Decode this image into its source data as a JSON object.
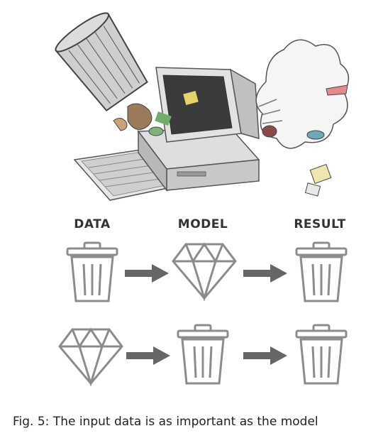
{
  "columns": {
    "data_label": "DATA",
    "model_label": "MODEL",
    "result_label": "RESULT"
  },
  "rows": [
    {
      "data": "trash-can",
      "model": "diamond",
      "result": "trash-can"
    },
    {
      "data": "diamond",
      "model": "trash-can",
      "result": "trash-can"
    }
  ],
  "caption": "Fig. 5: The input data is as important as the model",
  "colors": {
    "icon": "#8c8c8c",
    "arrow": "#666666"
  }
}
